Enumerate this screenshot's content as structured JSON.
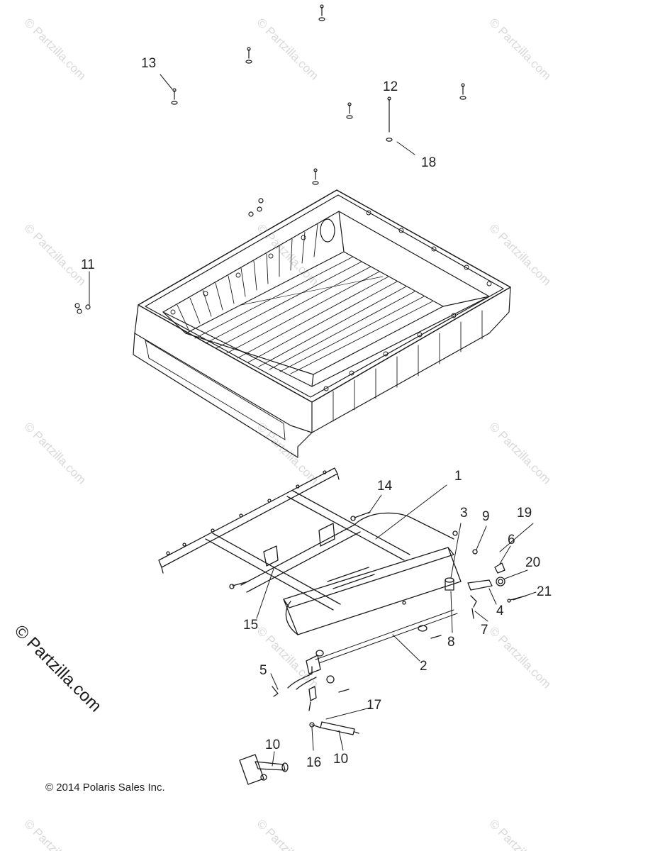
{
  "watermark": "© Partzilla.com",
  "copyright": "© 2014 Polaris Sales Inc.",
  "callouts": {
    "c1": "1",
    "c2": "2",
    "c3": "3",
    "c4": "4",
    "c5": "5",
    "c6": "6",
    "c7": "7",
    "c8": "8",
    "c9": "9",
    "c10a": "10",
    "c10b": "10",
    "c11": "11",
    "c12": "12",
    "c13": "13",
    "c14": "14",
    "c15": "15",
    "c16": "16",
    "c17": "17",
    "c18": "18",
    "c19": "19",
    "c20": "20",
    "c21": "21"
  }
}
